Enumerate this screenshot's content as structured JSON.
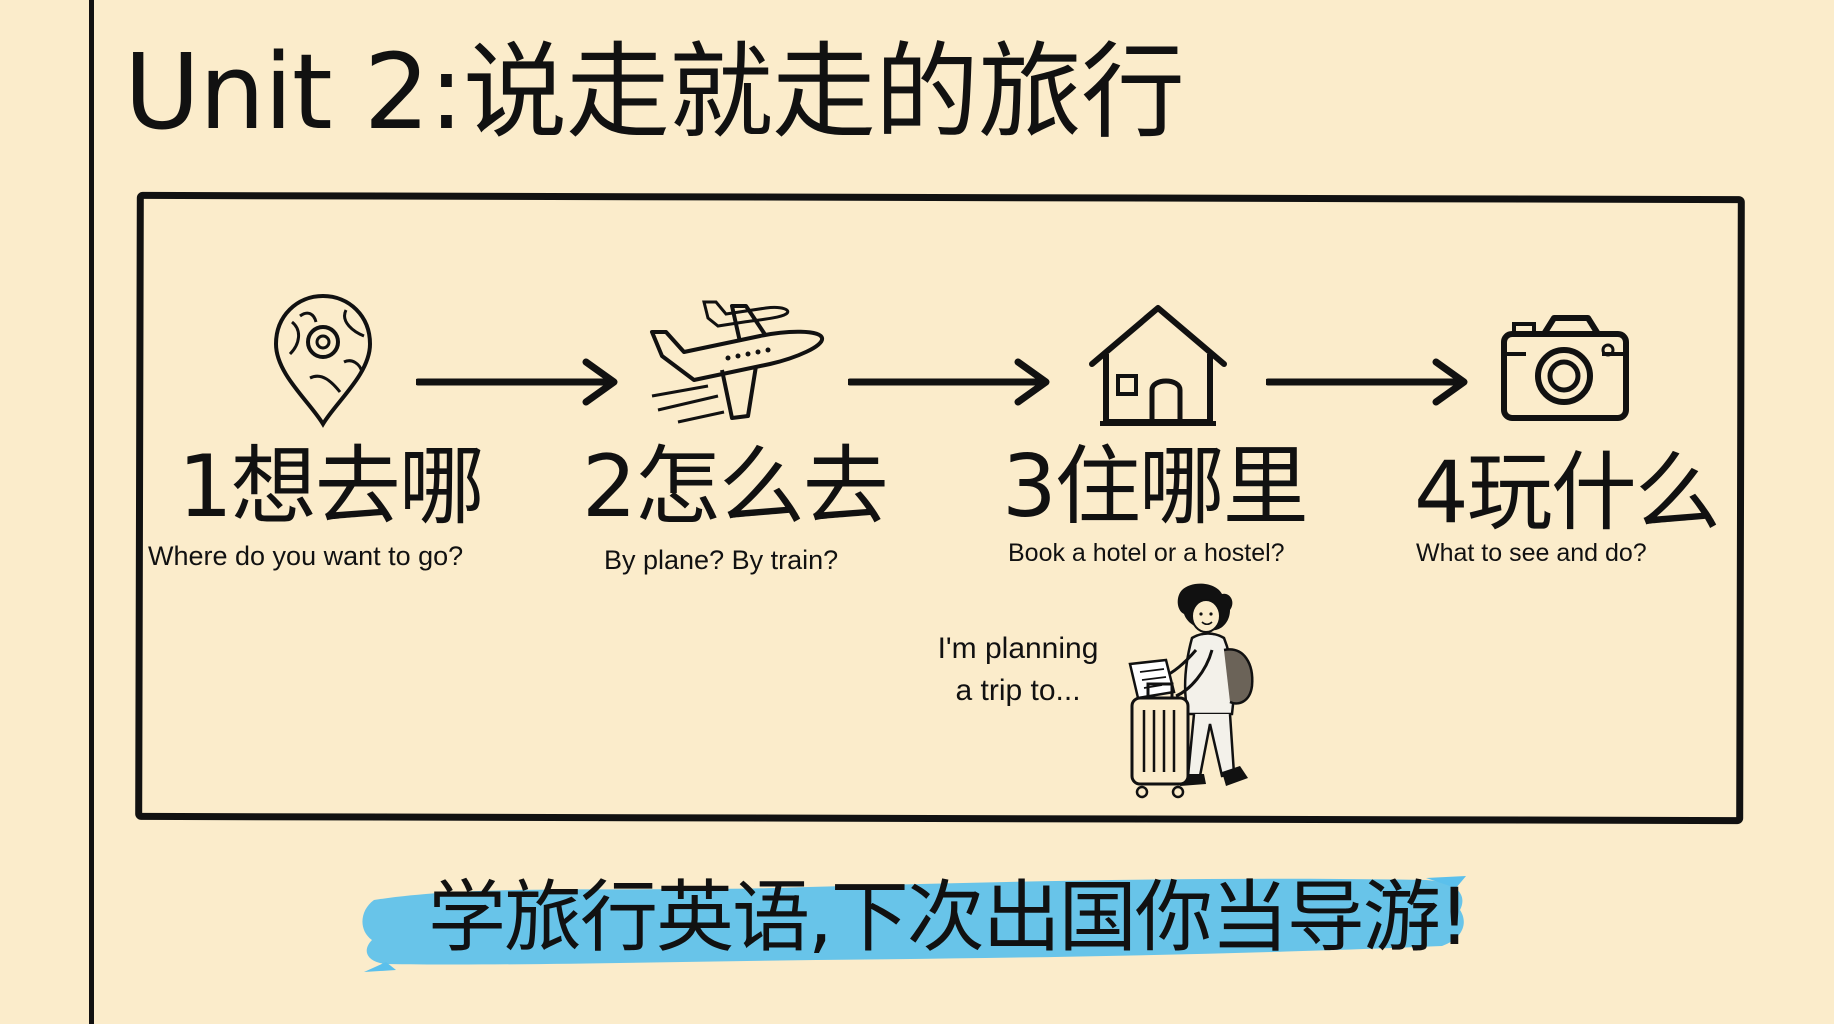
{
  "title": "Unit 2:说走就走的旅行",
  "steps": [
    {
      "title": "1想去哪",
      "subtitle": "Where do you want to go?",
      "icon": "map-pin-icon"
    },
    {
      "title": "2怎么去",
      "subtitle": "By plane? By train?",
      "icon": "airplane-icon"
    },
    {
      "title": "3住哪里",
      "subtitle": "Book a hotel or a hostel?",
      "icon": "house-icon"
    },
    {
      "title": "4玩什么",
      "subtitle": "What to see and do?",
      "icon": "camera-icon"
    }
  ],
  "speech": {
    "line1": "I'm planning",
    "line2": "a trip to..."
  },
  "tagline": "学旅行英语,下次出国你当导游!",
  "colors": {
    "background": "#fbeccb",
    "ink": "#111111",
    "highlight": "#5bc0ec"
  }
}
